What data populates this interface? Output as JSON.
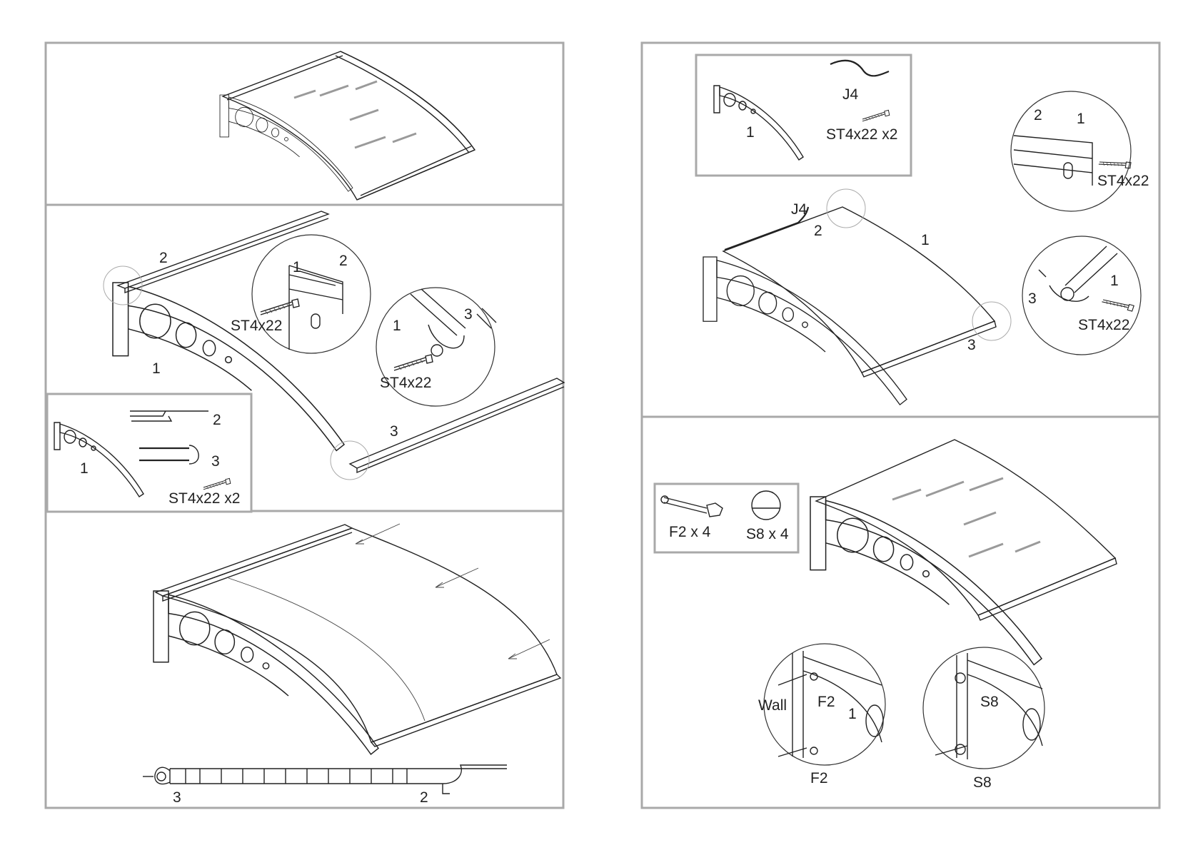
{
  "page": {
    "background": "#ffffff",
    "frame_color": "#a9a9a9",
    "line_color": "#222222"
  },
  "step1": {
    "figure": "assembled-canopy"
  },
  "step2": {
    "labels": {
      "part2": "2",
      "part1": "1",
      "part3": "3"
    },
    "detail_top": {
      "part1": "1",
      "part2": "2",
      "screw": "ST4x22"
    },
    "detail_bottom": {
      "part1": "1",
      "part3": "3",
      "screw": "ST4x22"
    },
    "parts_box": {
      "part1": "1",
      "part2": "2",
      "part3": "3",
      "screw": "ST4x22  x2"
    }
  },
  "step3": {
    "profile_labels": {
      "left": "3",
      "right": "2"
    }
  },
  "step4": {
    "parts_box": {
      "cord": "J4",
      "part1": "1",
      "screw": "ST4x22  x2"
    },
    "labels": {
      "cord": "J4",
      "part2": "2",
      "part1": "1",
      "part3": "3"
    },
    "detail_top": {
      "part2": "2",
      "part1": "1",
      "screw": "ST4x22"
    },
    "detail_bottom": {
      "part3": "3",
      "part1": "1",
      "screw": "ST4x22"
    }
  },
  "step5": {
    "parts_box": {
      "anchor": "F2 x 4",
      "cap": "S8 x 4"
    },
    "detail_left": {
      "wall": "Wall",
      "anchor_top": "F2",
      "part1": "1",
      "anchor_bottom": "F2"
    },
    "detail_right": {
      "cap_top": "S8",
      "cap_bottom": "S8"
    }
  }
}
